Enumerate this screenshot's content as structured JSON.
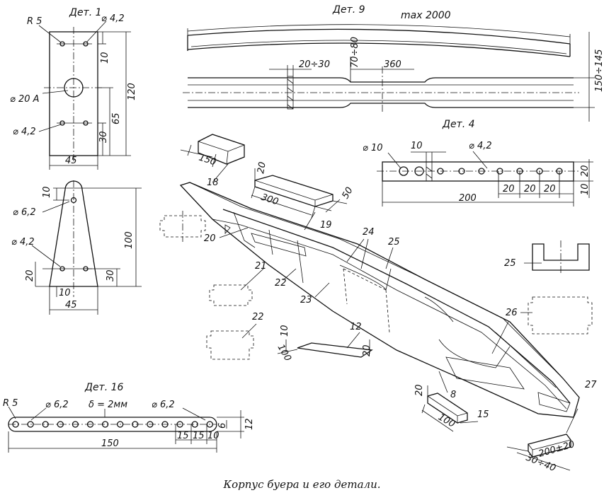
{
  "caption": "Корпус буера и его детали.",
  "det1": {
    "title": "Дет. 1",
    "r5": "R 5",
    "d42a": "⌀ 4,2",
    "d20a": "⌀ 20 А",
    "d42b": "⌀ 4,2",
    "d10": "10",
    "d120": "120",
    "d65": "65",
    "d30": "30",
    "d45": "45"
  },
  "det9": {
    "title": "Дет. 9",
    "max": "max 2000",
    "d2030": "20÷30",
    "d7080": "70÷80",
    "d360": "360",
    "d150145": "150÷145"
  },
  "det4": {
    "title": "Дет. 4",
    "d10h": "⌀ 10",
    "d10": "10",
    "d42": "⌀ 4,2",
    "d20v": "20",
    "d10v": "10",
    "d20a": "20",
    "d20b": "20",
    "d20c": "20",
    "d200": "200"
  },
  "det_lower": {
    "d10": "10",
    "d62": "⌀ 6,2",
    "d100": "100",
    "d42": "⌀ 4,2",
    "d20": "20",
    "d30": "30",
    "d10b": "10",
    "d45": "45"
  },
  "det16": {
    "title": "Дет. 16",
    "r5": "R 5",
    "d62a": "⌀ 6,2",
    "delta": "δ = 2мм",
    "d62b": "⌀ 6,2",
    "d150": "150",
    "d15a": "15",
    "d15b": "15",
    "d10": "10",
    "d6": "6",
    "d12": "12"
  },
  "parts": {
    "p150": "150",
    "p18": "18",
    "p20d": "20",
    "p300": "300",
    "p50": "50",
    "p19": "19",
    "p20": "20",
    "p24": "24",
    "p25": "25",
    "p21": "21",
    "p22": "22",
    "p23": "23",
    "p25b": "25",
    "p26": "26",
    "p22b": "22",
    "p12": "12",
    "p10": "10",
    "p100": "100",
    "p20e": "20",
    "p20f": "20",
    "p8": "8",
    "p100b": "100",
    "p15": "15",
    "p27": "27",
    "p200": "200±20",
    "p3040": "30÷40"
  }
}
